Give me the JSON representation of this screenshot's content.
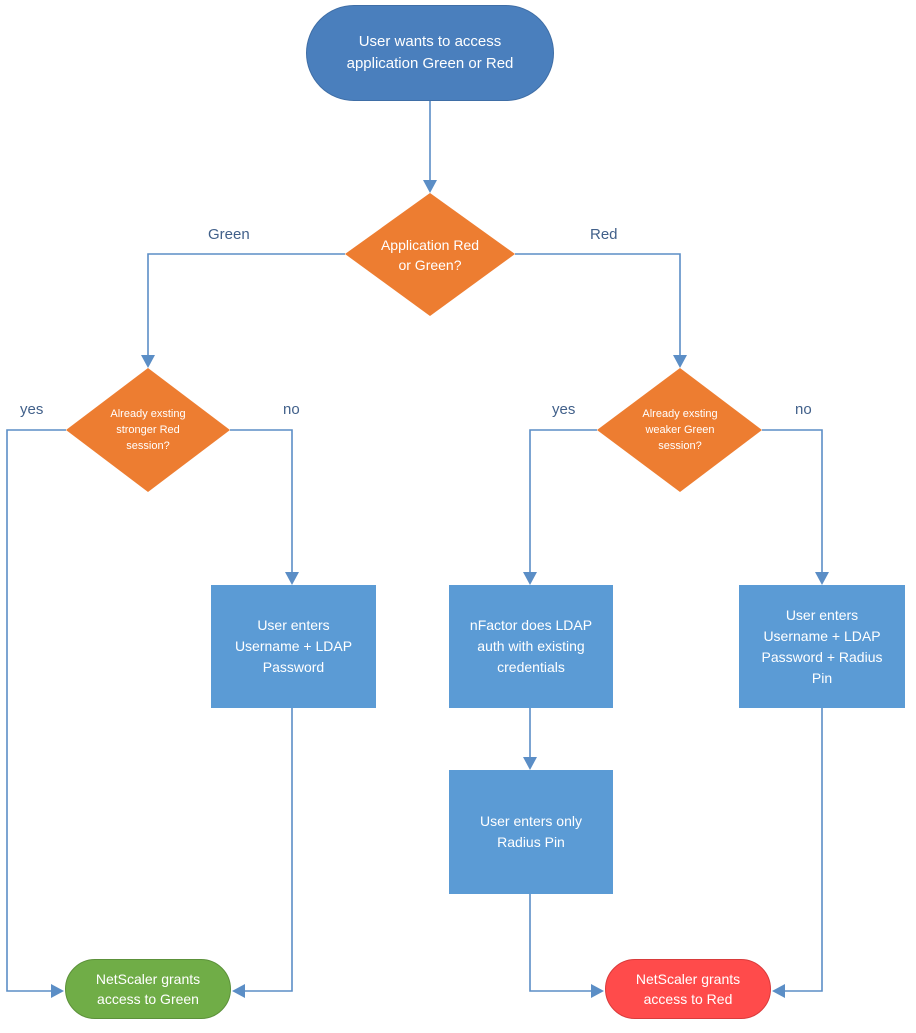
{
  "start": {
    "lines": [
      "User wants to access",
      "application Green or Red"
    ]
  },
  "decision_app": {
    "lines": [
      "Application Red",
      "or Green?"
    ]
  },
  "decision_green_side": {
    "lines": [
      "Already exsting",
      "stronger Red",
      "session?"
    ]
  },
  "decision_red_side": {
    "lines": [
      "Already exsting",
      "weaker Green",
      "session?"
    ]
  },
  "process_green_password": {
    "lines": [
      "User enters",
      "Username + LDAP",
      "Password"
    ]
  },
  "process_nfactor": {
    "lines": [
      "nFactor does LDAP",
      "auth with existing",
      "credentials"
    ]
  },
  "process_red_password": {
    "lines": [
      "User enters",
      "Username + LDAP",
      "Password + Radius",
      "Pin"
    ]
  },
  "process_radius_pin": {
    "lines": [
      "User enters only",
      "Radius Pin"
    ]
  },
  "end_green": {
    "lines": [
      "NetScaler grants",
      "access to Green"
    ]
  },
  "end_red": {
    "lines": [
      "NetScaler grants",
      "access to Red"
    ]
  },
  "labels": {
    "green": "Green",
    "red": "Red",
    "left_yes": "yes",
    "left_no": "no",
    "right_yes": "yes",
    "right_no": "no"
  },
  "colors": {
    "start_fill": "#4a7fbd",
    "decision_fill": "#ed7d31",
    "process_fill": "#5b9bd5",
    "end_green_fill": "#70ad47",
    "end_red_fill": "#ff4b4b",
    "connector": "#5b8ec6"
  }
}
